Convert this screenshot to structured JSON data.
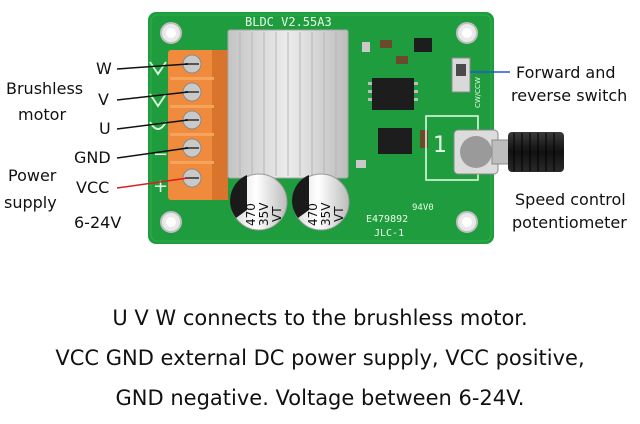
{
  "board": {
    "title": "BLDC  V2.55A3",
    "capacitor_1": {
      "value": "470",
      "voltage": "35V",
      "type": "VT"
    },
    "capacitor_2": {
      "value": "470",
      "voltage": "35V",
      "type": "VT"
    },
    "code_1": "94V0",
    "code_2": "E479892",
    "code_3": "JLC-1",
    "switch_label": "CW/CCW",
    "silk_minus": "−",
    "silk_plus": "+"
  },
  "labels": {
    "w": "W",
    "v": "V",
    "u": "U",
    "gnd": "GND",
    "vcc": "VCC",
    "brushless_1": "Brushless",
    "brushless_2": "motor",
    "power_1": "Power",
    "power_2": "supply",
    "voltage_range": "6-24V",
    "forward_1": "Forward and",
    "forward_2": "reverse switch",
    "speed_1": "Speed control",
    "speed_2": "potentiometer"
  },
  "caption": {
    "line1": "U V W connects to the brushless motor.",
    "line2": "VCC GND external DC power supply, VCC positive,",
    "line3": "GND negative. Voltage between 6-24V."
  },
  "colors": {
    "pcb": "#1f9c3e",
    "terminal": "#f08a3c",
    "heatsink": "#d6d6d6",
    "vcc_line": "#d62020",
    "switch_line": "#2456d6",
    "text": "#111111"
  }
}
